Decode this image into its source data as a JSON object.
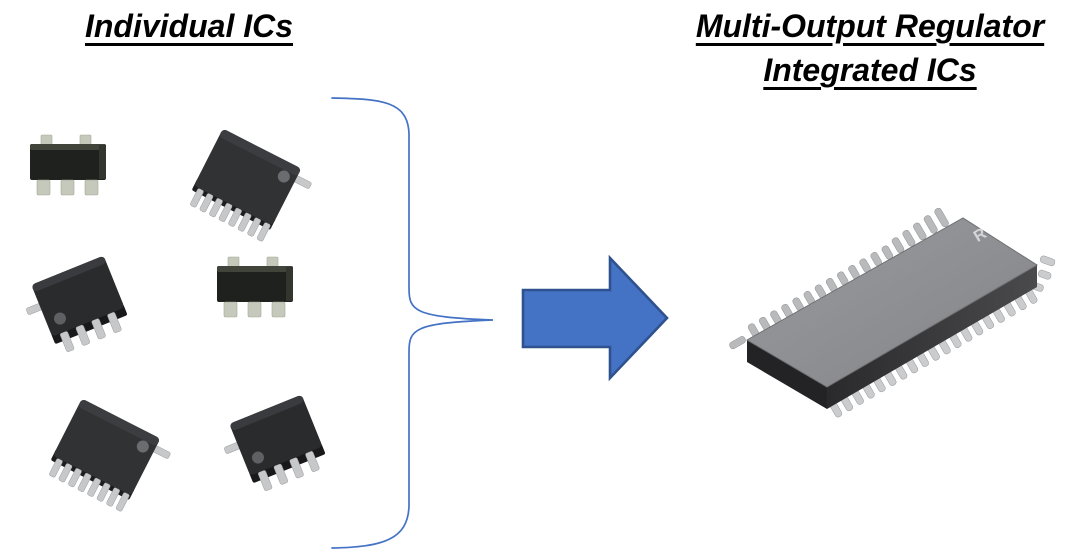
{
  "titles": {
    "left": "Individual ICs",
    "right_line1": "Multi-Output Regulator",
    "right_line2": "Integrated ICs"
  },
  "left_group": {
    "chips": [
      {
        "name": "sot23-5-chip-top",
        "package": "SOT-23-5 small IC",
        "pin_count": 5
      },
      {
        "name": "tssop16-chip-top",
        "package": "TSSOP-16 IC",
        "pin_count": 16
      },
      {
        "name": "soic8-chip-middle",
        "package": "SOIC-8 IC",
        "pin_count": 8
      },
      {
        "name": "sot23-5-chip-middle",
        "package": "SOT-23-5 small IC",
        "pin_count": 5
      },
      {
        "name": "tssop16-chip-bottom",
        "package": "TSSOP-16 IC",
        "pin_count": 16
      },
      {
        "name": "soic8-chip-bottom",
        "package": "SOIC-8 IC",
        "pin_count": 8
      }
    ]
  },
  "right_group": {
    "chip": {
      "package": "multi-output regulator integrated IC",
      "logo_mark": "R"
    }
  },
  "colors": {
    "background": "#FFFFFF",
    "title_text": "#000000",
    "brace": "#4472C4",
    "arrow_fill": "#4472C4",
    "arrow_stroke": "#2F528F",
    "chip_body_dark": "#28292B",
    "chip_top_gray": "#8D8E90",
    "pin_metal": "#C8C9CB"
  }
}
